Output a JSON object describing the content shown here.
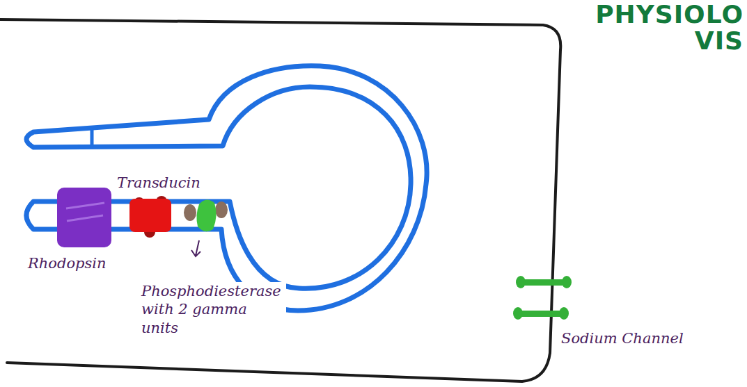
{
  "diagram": {
    "title": "PHYSIOLO VIS",
    "labels": [
      "Transducin",
      "Rhodopsin",
      "Phosphodiesterase with 2 gamma units",
      "Sodium Channel"
    ]
  }
}
